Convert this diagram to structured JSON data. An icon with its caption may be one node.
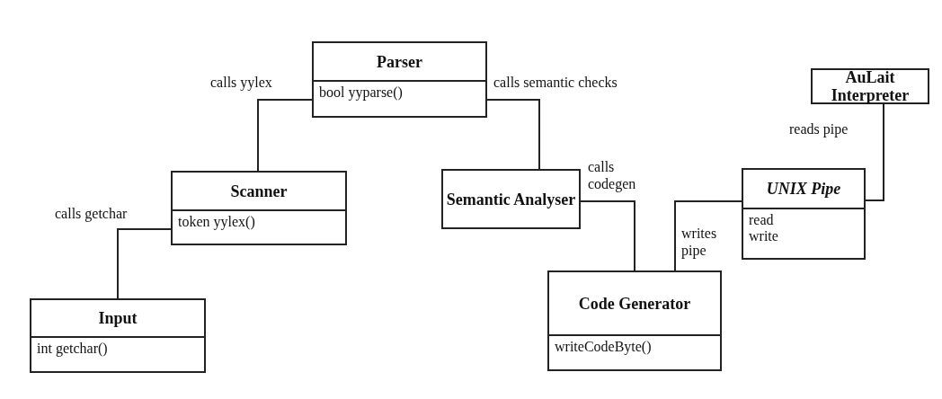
{
  "diagram": {
    "nodes": [
      {
        "text": [
          "Parser",
          "bool yyparse()"
        ]
      },
      {
        "text": [
          "AuLait Interpreter"
        ]
      },
      {
        "text": [
          "Scanner",
          "token yylex()"
        ]
      },
      {
        "text": [
          "Semantic Analyser"
        ]
      },
      {
        "text": [
          "UNIX Pipe",
          "read",
          "write"
        ]
      },
      {
        "text": [
          "Input",
          "int getchar()"
        ]
      },
      {
        "text": [
          "Code Generator",
          "writeCodeByte()"
        ]
      }
    ],
    "edges": [
      {
        "from": 0,
        "to": 2,
        "arrow": "none",
        "label": "calls yylex"
      },
      {
        "from": 0,
        "to": 3,
        "arrow": "none",
        "label": "calls semantic checks"
      },
      {
        "from": 2,
        "to": 5,
        "arrow": "none",
        "label": "calls getchar"
      },
      {
        "from": 3,
        "to": 6,
        "arrow": "none",
        "label": "calls codegen"
      },
      {
        "from": 6,
        "to": 4,
        "arrow": "none",
        "label": "writes pipe"
      },
      {
        "from": 4,
        "to": 1,
        "arrow": "none",
        "label": "reads pipe"
      }
    ]
  }
}
